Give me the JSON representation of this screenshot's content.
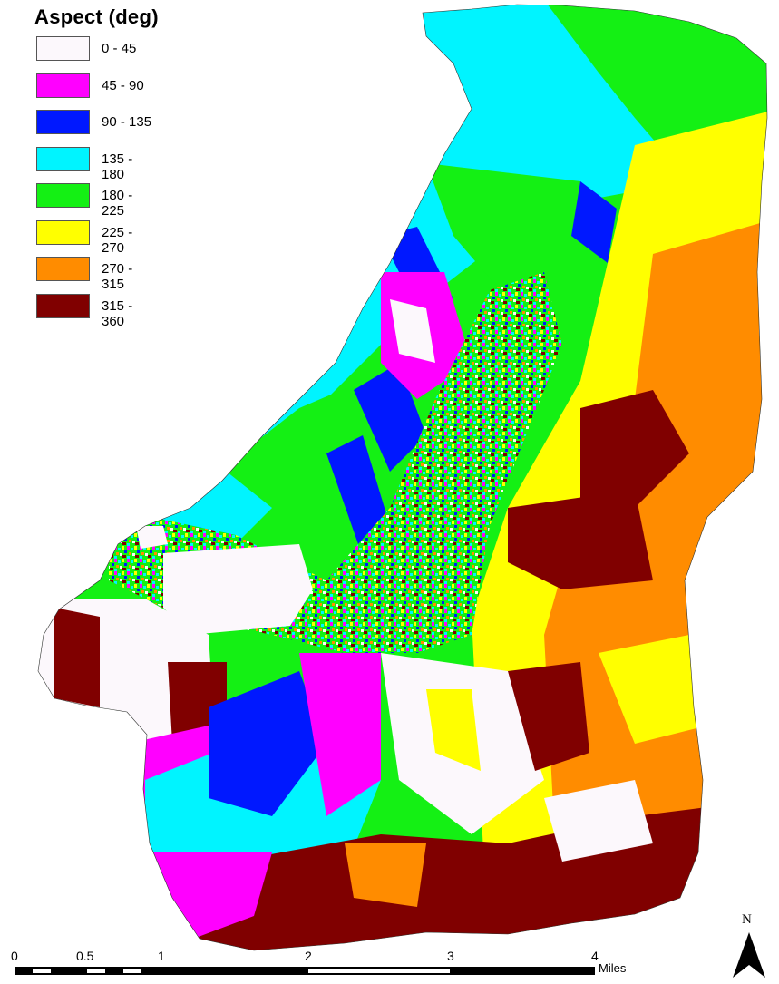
{
  "legend": {
    "title": "Aspect (deg)",
    "classes": [
      {
        "label": "0 - 45",
        "color": "#fcf8fc"
      },
      {
        "label": "45 - 90",
        "color": "#ff00ff"
      },
      {
        "label": "90 - 135",
        "color": "#0018ff"
      },
      {
        "label": "135 - 180",
        "color": "#00f4ff"
      },
      {
        "label": "180 - 225",
        "color": "#14f014"
      },
      {
        "label": "225 - 270",
        "color": "#ffff00"
      },
      {
        "label": "270 - 315",
        "color": "#ff8c00"
      },
      {
        "label": "315 - 360",
        "color": "#800000"
      }
    ]
  },
  "scale": {
    "ticks": [
      "0",
      "0.5",
      "1",
      "2",
      "3",
      "4"
    ],
    "units": "Miles"
  },
  "north_arrow": {
    "label": "N"
  }
}
